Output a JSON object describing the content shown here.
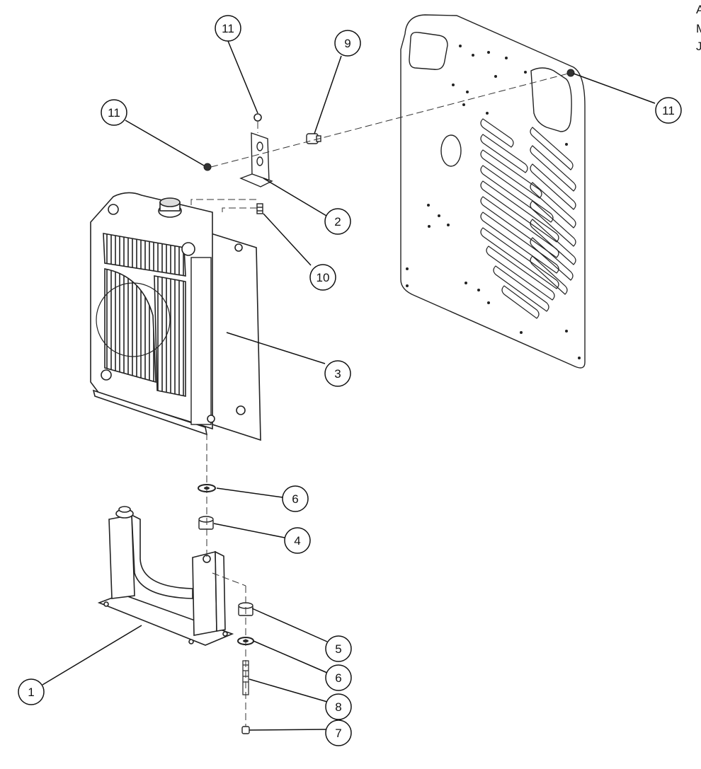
{
  "edge_text": [
    "A",
    "M",
    "J"
  ],
  "callouts": [
    {
      "id": "11",
      "label": "11"
    },
    {
      "id": "9",
      "label": "9"
    },
    {
      "id": "11",
      "label": "11"
    },
    {
      "id": "11",
      "label": "11"
    },
    {
      "id": "2",
      "label": "2"
    },
    {
      "id": "10",
      "label": "10"
    },
    {
      "id": "3",
      "label": "3"
    },
    {
      "id": "6",
      "label": "6"
    },
    {
      "id": "4",
      "label": "4"
    },
    {
      "id": "5",
      "label": "5"
    },
    {
      "id": "6",
      "label": "6"
    },
    {
      "id": "8",
      "label": "8"
    },
    {
      "id": "7",
      "label": "7"
    },
    {
      "id": "1",
      "label": "1"
    }
  ]
}
